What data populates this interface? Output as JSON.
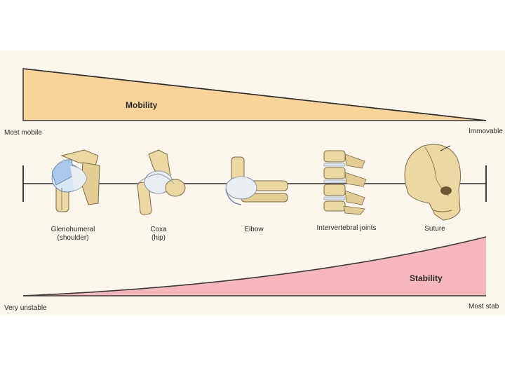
{
  "mobility": {
    "title": "Mobility",
    "left_label": "Most mobile",
    "right_label": "Immovable"
  },
  "stability": {
    "title": "Stability",
    "left_label": "Very unstable",
    "right_label": "Most stab"
  },
  "joints": [
    {
      "label_line1": "Glenohumeral",
      "label_line2": "(shoulder)"
    },
    {
      "label_line1": "Coxa",
      "label_line2": "(hip)"
    },
    {
      "label_line1": "Elbow",
      "label_line2": ""
    },
    {
      "label_line1": "Intervertebral joints",
      "label_line2": ""
    },
    {
      "label_line1": "Suture",
      "label_line2": ""
    }
  ],
  "colors": {
    "mobility_fill": "#f8d49a",
    "stability_fill": "#f6b6bd",
    "panel_bg": "#fbf7ec",
    "bone": "#ecd8a2",
    "cartilage": "#d9e7f5",
    "ligament": "#e9eef3"
  }
}
